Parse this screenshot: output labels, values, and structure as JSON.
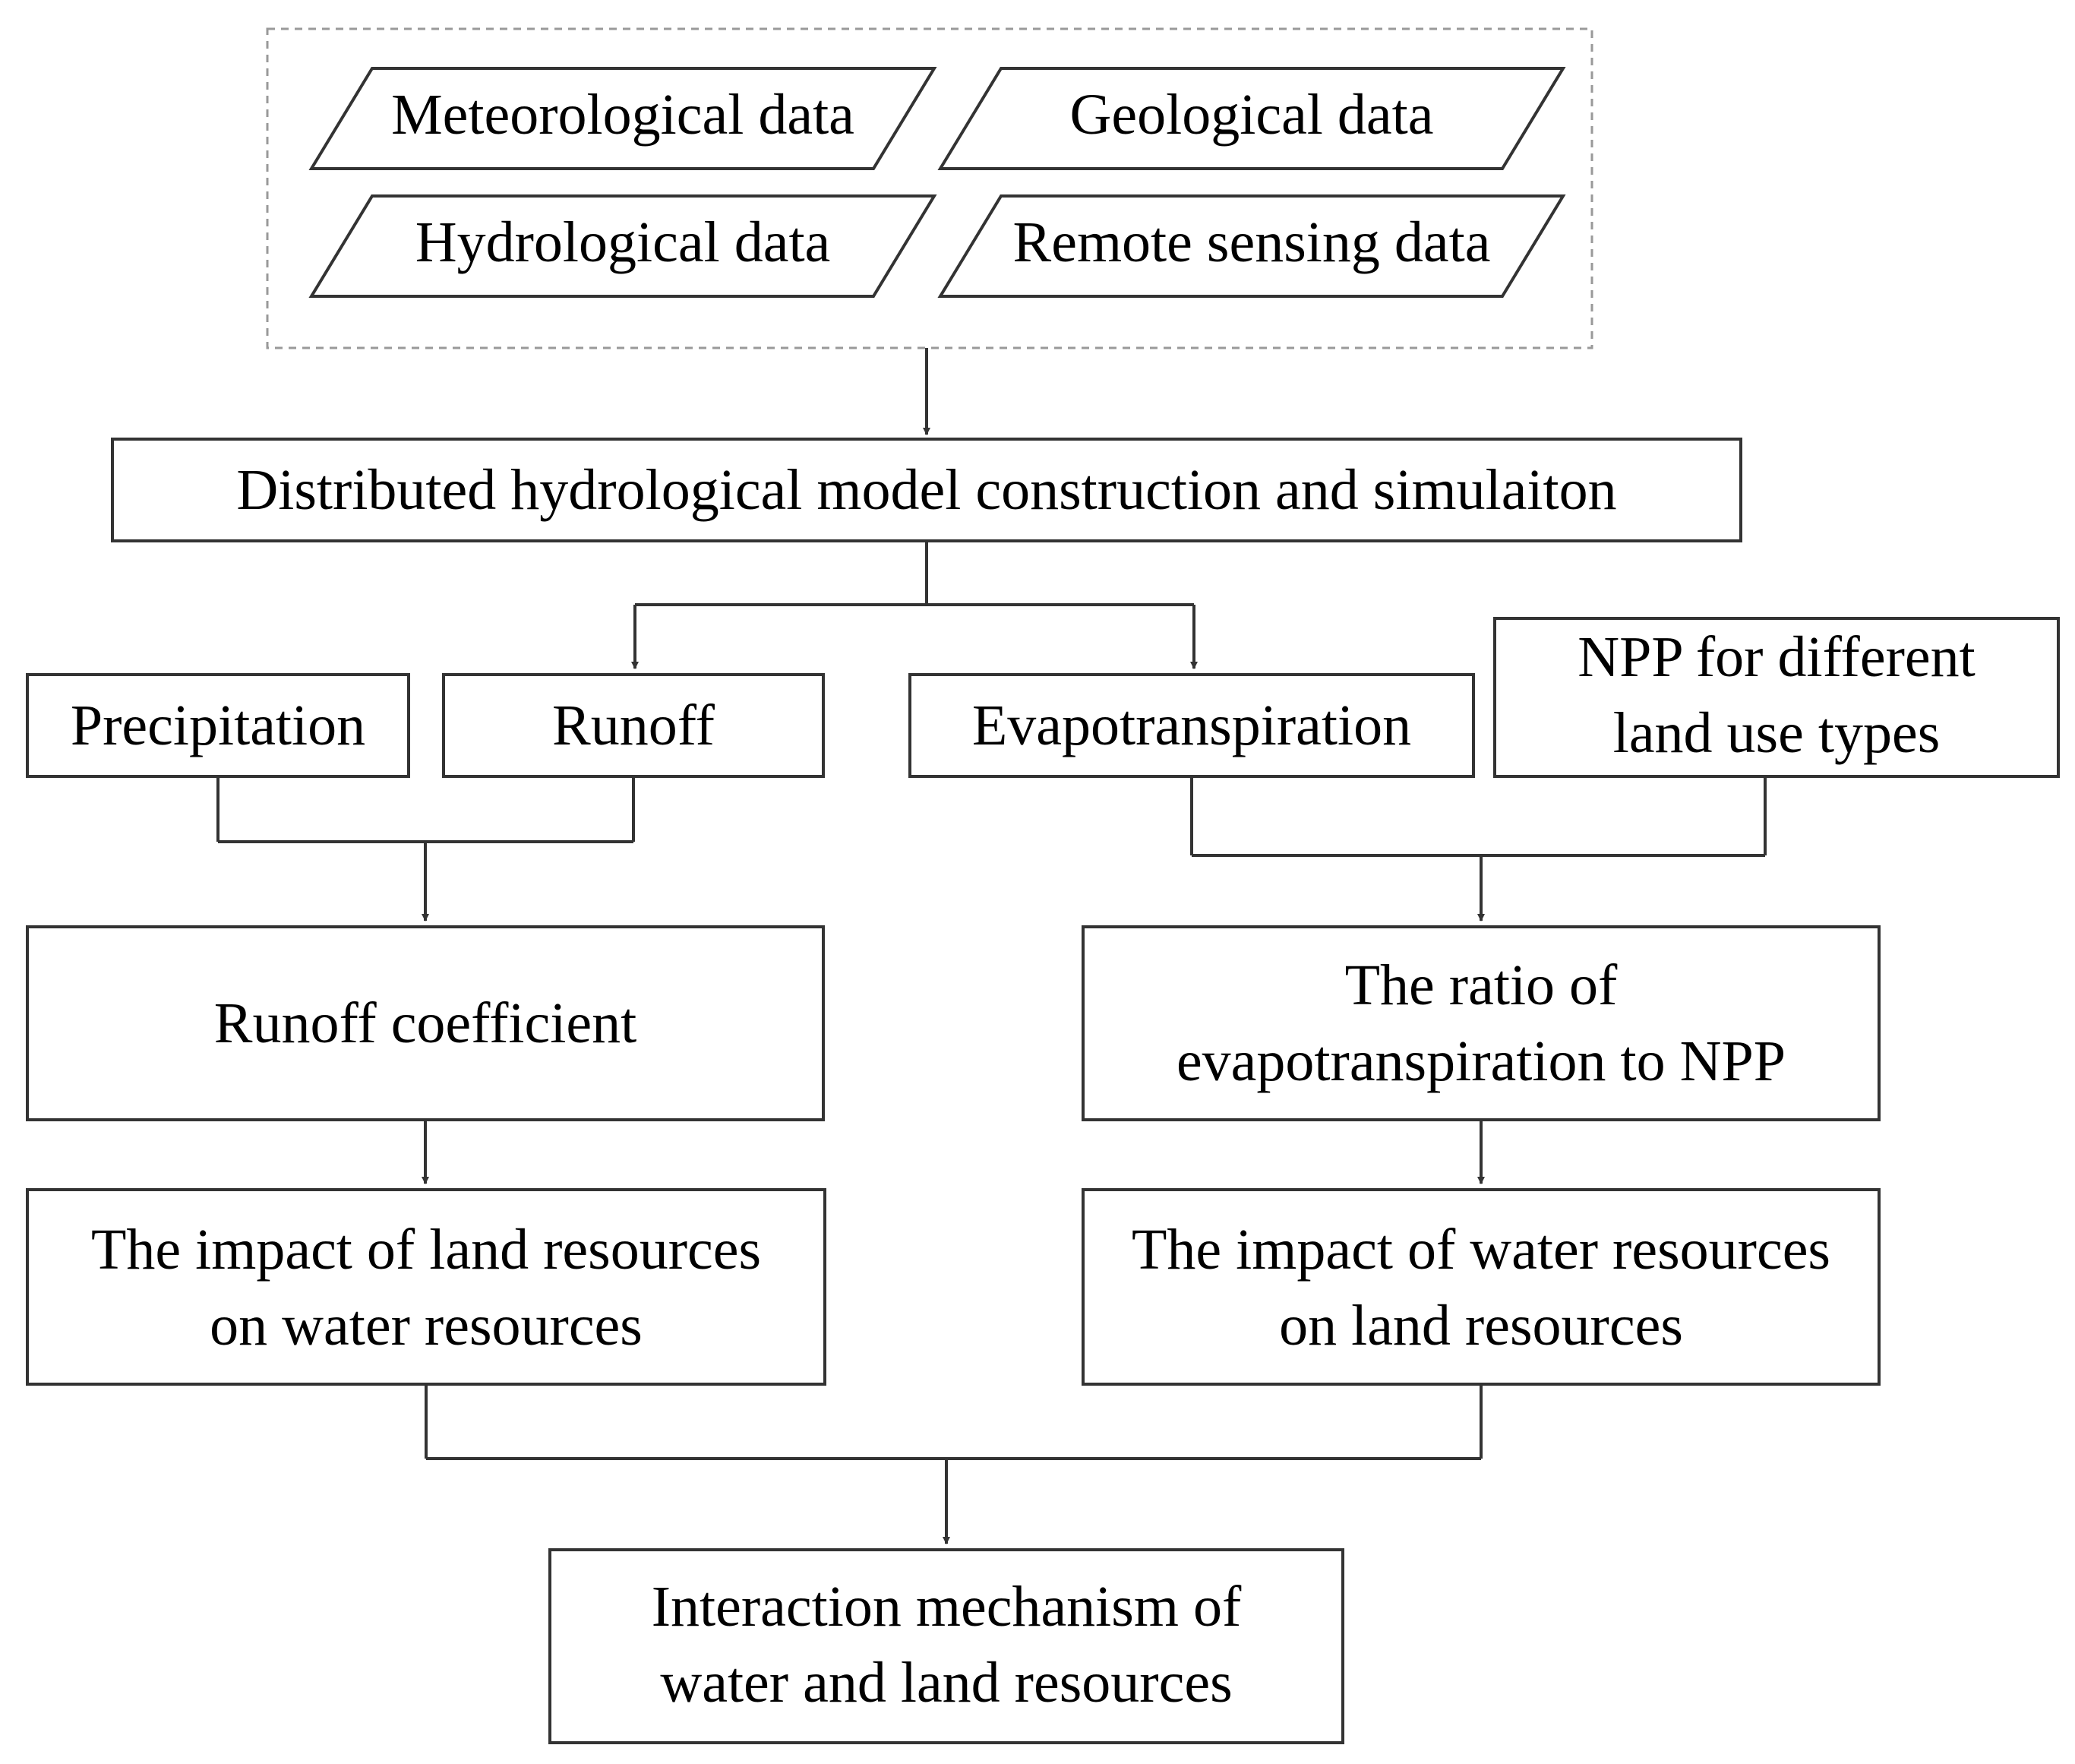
{
  "inputs": {
    "meteorological": "Meteorological data",
    "geological": "Geological data",
    "hydrological": "Hydrological data",
    "remote_sensing": "Remote sensing data"
  },
  "model": "Distributed hydrological model construction and simulaiton",
  "variables": {
    "precipitation": "Precipitation",
    "runoff": "Runoff",
    "evapotranspiration": "Evapotranspiration",
    "npp": [
      "NPP for different",
      "land use types"
    ]
  },
  "indicators": {
    "runoff_coefficient": "Runoff coefficient",
    "et_npp_ratio": [
      "The ratio of",
      "evapotranspiration to NPP"
    ]
  },
  "impacts": {
    "land_on_water": [
      "The impact of land resources",
      "on water resources"
    ],
    "water_on_land": [
      "The impact of water resources",
      "on land resources"
    ]
  },
  "result": [
    "Interaction mechanism of",
    "water and land resources"
  ],
  "colors": {
    "stroke": "#333333",
    "dashed_border": "#999999",
    "text": "#000000"
  }
}
